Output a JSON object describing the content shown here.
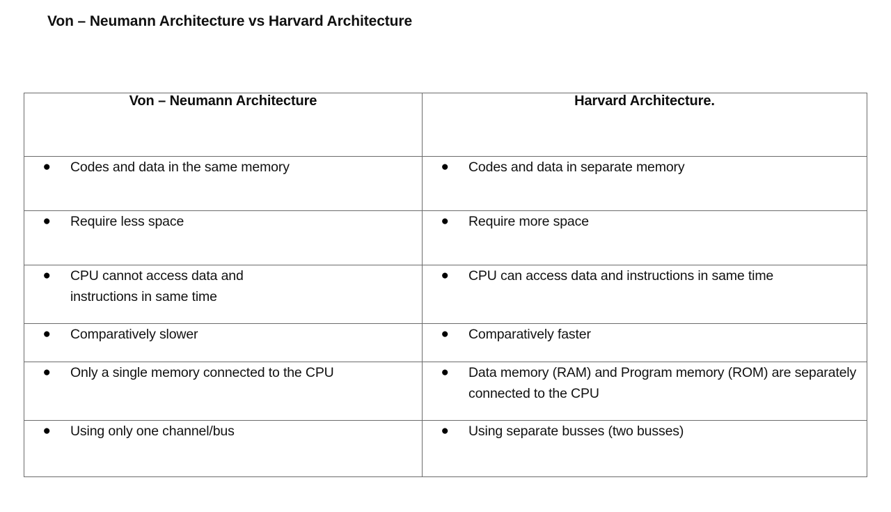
{
  "page": {
    "title": "Von – Neumann Architecture vs Harvard Architecture"
  },
  "table": {
    "headers": {
      "left": "Von – Neumann Architecture",
      "right": "Harvard Architecture."
    },
    "bullet_glyph": "●",
    "rows": [
      {
        "left": "Codes and data in the same memory",
        "right": "Codes and data in separate memory"
      },
      {
        "left": "Require less space",
        "right": "Require more space"
      },
      {
        "left_line1": "CPU cannot access data and",
        "left_line2": "instructions in same time",
        "left": "CPU cannot access data and instructions in same time",
        "right": "CPU can access data and instructions in same time"
      },
      {
        "left": "Comparatively slower",
        "right": "Comparatively faster"
      },
      {
        "left": "Only a single memory connected to the CPU",
        "right": "Data memory (RAM) and Program memory (ROM) are separately connected to the CPU"
      },
      {
        "left": "Using only one channel/bus",
        "right": "Using separate busses (two busses)"
      }
    ]
  },
  "colors": {
    "background": "#ffffff",
    "text": "#111111",
    "border": "#6b6b6b"
  }
}
